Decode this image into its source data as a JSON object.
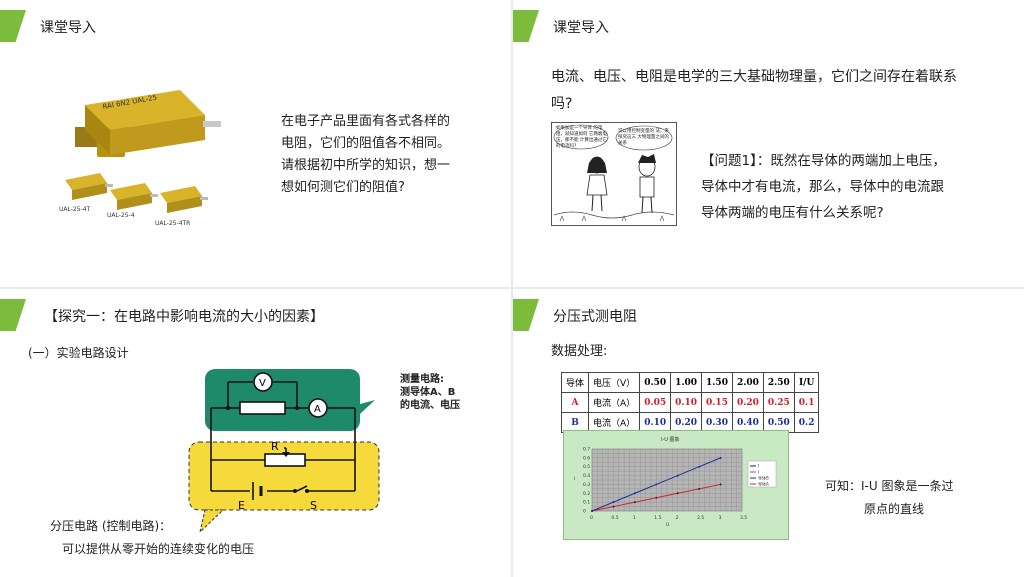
{
  "slide1": {
    "title": "课堂导入",
    "paragraph": [
      "在电子产品里面有各式各样的",
      "电阻，它们的阻值各不相同。",
      "请根据初中所学的知识，想一",
      "想如何测它们的阻值?"
    ],
    "resistor_labels": {
      "big": "RAI 6N2  UAL-25",
      "a": "UAL-25-4T",
      "b": "UAL-25-4",
      "c": "UAL-25-4TR"
    }
  },
  "slide2": {
    "title": "课堂导入",
    "line1": "电流、电压、电阻是电学的三大基础物理量，它们之间存在着联系",
    "line2": "吗?",
    "bubble_left": "如果加是一个导体 的电阻，就知道如何 它两端电压，那不能 计算出通过它的电流吗?",
    "bubble_right": "可以用控制变量的 法，来探究这三 大物理量之间的关系",
    "question": [
      "【问题1】：既然在导体的两端加上电压，",
      "导体中才有电流，那么，导体中的电流跟",
      "导体两端的电压有什么关系呢?"
    ]
  },
  "slide3": {
    "title": "【探究一：在电路中影响电流的大小的因素】",
    "subtitle": "(一）实验电路设计",
    "callout": [
      "测量电路:",
      "测导体A、B",
      "的电流、电压"
    ],
    "meter_v": "V",
    "meter_a": "A",
    "label_r": "R",
    "label_e": "E",
    "label_s": "S",
    "note1": "分压电路 (控制电路)：",
    "note2": "可以提供从零开始的连续变化的电压"
  },
  "slide4": {
    "title": "分压式测电阻",
    "subtitle": "数据处理:",
    "table": {
      "header": [
        "导体",
        "电压（V）",
        "0.50",
        "1.00",
        "1.50",
        "2.00",
        "2.50",
        "I/U"
      ],
      "rows": [
        {
          "name": "A",
          "label": "电流（A）",
          "values": [
            "0.05",
            "0.10",
            "0.15",
            "0.20",
            "0.25"
          ],
          "ratio": "0.1"
        },
        {
          "name": "B",
          "label": "电流（A）",
          "values": [
            "0.10",
            "0.20",
            "0.30",
            "0.40",
            "0.50"
          ],
          "ratio": "0.2"
        }
      ]
    },
    "conclusion": [
      "可知：I-U 图象是一条过",
      "原点的直线"
    ],
    "colors": {
      "red": "#d2202a",
      "blue": "#1d2c9a",
      "green": "#7dbb3c"
    }
  },
  "chart_data": {
    "type": "line",
    "title": "I-U 图象",
    "xlabel": "U",
    "ylabel": "I",
    "xlim": [
      0,
      3.5
    ],
    "ylim": [
      0,
      0.7
    ],
    "x_ticks": [
      "0",
      "0.5",
      "1",
      "1.5",
      "2",
      "2.5",
      "3",
      "3.5"
    ],
    "y_ticks": [
      "0",
      "0.1",
      "0.2",
      "0.3",
      "0.4",
      "0.5",
      "0.6",
      "0.7"
    ],
    "x": [
      0,
      0.5,
      1.0,
      1.5,
      2.0,
      2.5,
      3.0
    ],
    "series": [
      {
        "name": "I",
        "values": [
          0,
          0.05,
          0.1,
          0.15,
          0.2,
          0.25,
          0.3
        ],
        "color": "#d2202a"
      },
      {
        "name": "I",
        "values": [
          0,
          0.1,
          0.2,
          0.3,
          0.4,
          0.5,
          0.6
        ],
        "color": "#1d2c9a"
      }
    ],
    "legend": [
      "I",
      "I",
      "导体B",
      "导体A"
    ],
    "legend_position": "right",
    "grid": true
  }
}
